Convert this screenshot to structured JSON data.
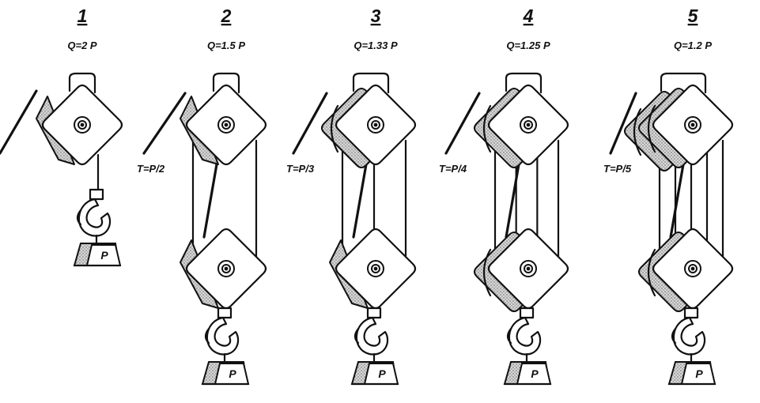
{
  "systems": [
    {
      "number": "1",
      "q_label": "Q=2 P",
      "t_label": "",
      "weight_label": "P",
      "lower_sheaves": 0,
      "upper_sheaves": 1
    },
    {
      "number": "2",
      "q_label": "Q=1.5 P",
      "t_label": "T=P/2",
      "weight_label": "P",
      "lower_sheaves": 1,
      "upper_sheaves": 1
    },
    {
      "number": "3",
      "q_label": "Q=1.33 P",
      "t_label": "T=P/3",
      "weight_label": "P",
      "lower_sheaves": 1,
      "upper_sheaves": 2
    },
    {
      "number": "4",
      "q_label": "Q=1.25 P",
      "t_label": "T=P/4",
      "weight_label": "P",
      "lower_sheaves": 2,
      "upper_sheaves": 2
    },
    {
      "number": "5",
      "q_label": "Q=1.2 P",
      "t_label": "T=P/5",
      "weight_label": "P",
      "lower_sheaves": 2,
      "upper_sheaves": 3
    }
  ]
}
